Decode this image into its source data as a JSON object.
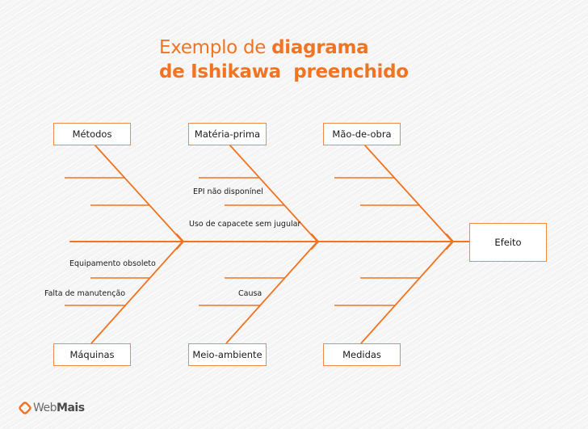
{
  "title": {
    "line1_regular": "Exemplo de ",
    "line1_bold": "diagrama",
    "line2_bold": "de Ishikawa  preenchido"
  },
  "colors": {
    "accent": "#f07422",
    "box_border": "#f08a4b",
    "text": "#1a1a1a",
    "background": "#f6f6f6"
  },
  "categories": {
    "top": [
      {
        "label": "Métodos",
        "causes": []
      },
      {
        "label": "Matéria-prima",
        "causes": [
          "EPI  não disponínel",
          "Uso de capacete sem jugular"
        ]
      },
      {
        "label": "Mão-de-obra",
        "causes": []
      }
    ],
    "bottom": [
      {
        "label": "Máquinas",
        "causes": [
          "Equipamento obsoleto",
          "Falta de manutenção"
        ]
      },
      {
        "label": "Meio-ambiente",
        "causes": [
          "Causa"
        ]
      },
      {
        "label": "Medidas",
        "causes": []
      }
    ]
  },
  "effect": {
    "label": "Efeito"
  },
  "logo": {
    "web": "Web",
    "mais": "Mais"
  }
}
